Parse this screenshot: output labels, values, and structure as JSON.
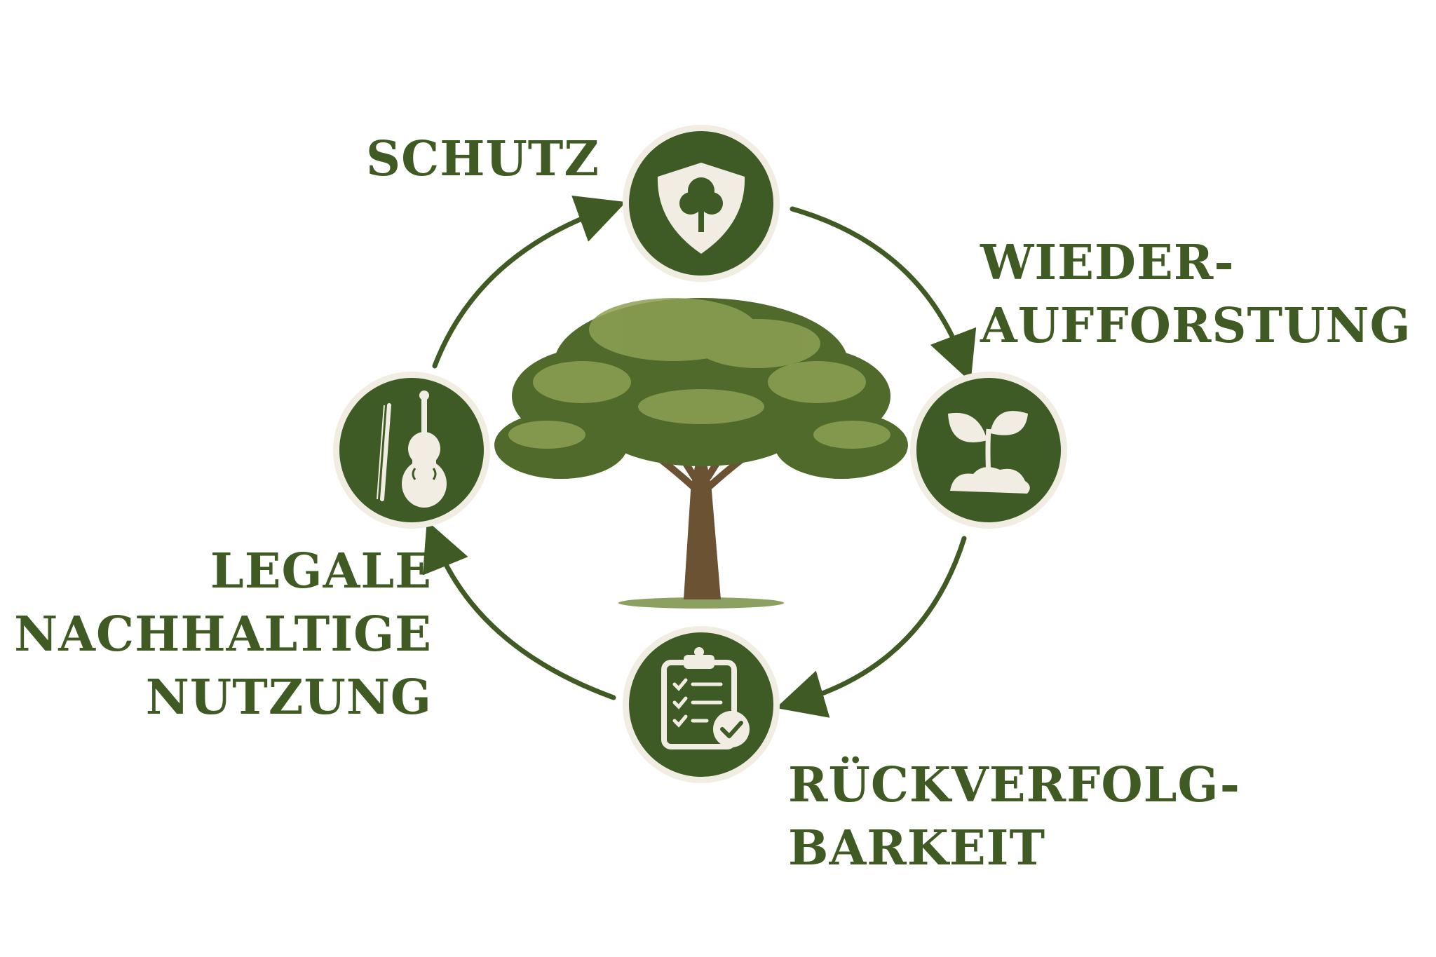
{
  "colors": {
    "primary_green": "#3f5a23",
    "circle_fill": "#3e5b26",
    "circle_ring": "#f1ede2",
    "icon_fill": "#f1ede2",
    "trunk": "#6b5233",
    "foliage_dark": "#4f6a2a",
    "foliage_light": "#8da153"
  },
  "center": {
    "icon": "oak-tree-icon"
  },
  "nodes": {
    "schutz": {
      "icon": "shield-tree-icon",
      "label_lines": [
        "SCHUTZ"
      ]
    },
    "wiederaufforstung": {
      "icon": "seedling-icon",
      "label_lines": [
        "WIEDER-",
        "AUFFORSTUNG"
      ]
    },
    "rueckverfolgbarkeit": {
      "icon": "clipboard-check-icon",
      "label_lines": [
        "RÜCKVERFOLG-",
        "BARKEIT"
      ]
    },
    "nutzung": {
      "icon": "violin-icon",
      "label_lines": [
        "LEGALE",
        "NACHHALTIGE",
        "NUTZUNG"
      ]
    }
  },
  "cycle": {
    "direction": "clockwise",
    "arrow_count": 4
  }
}
